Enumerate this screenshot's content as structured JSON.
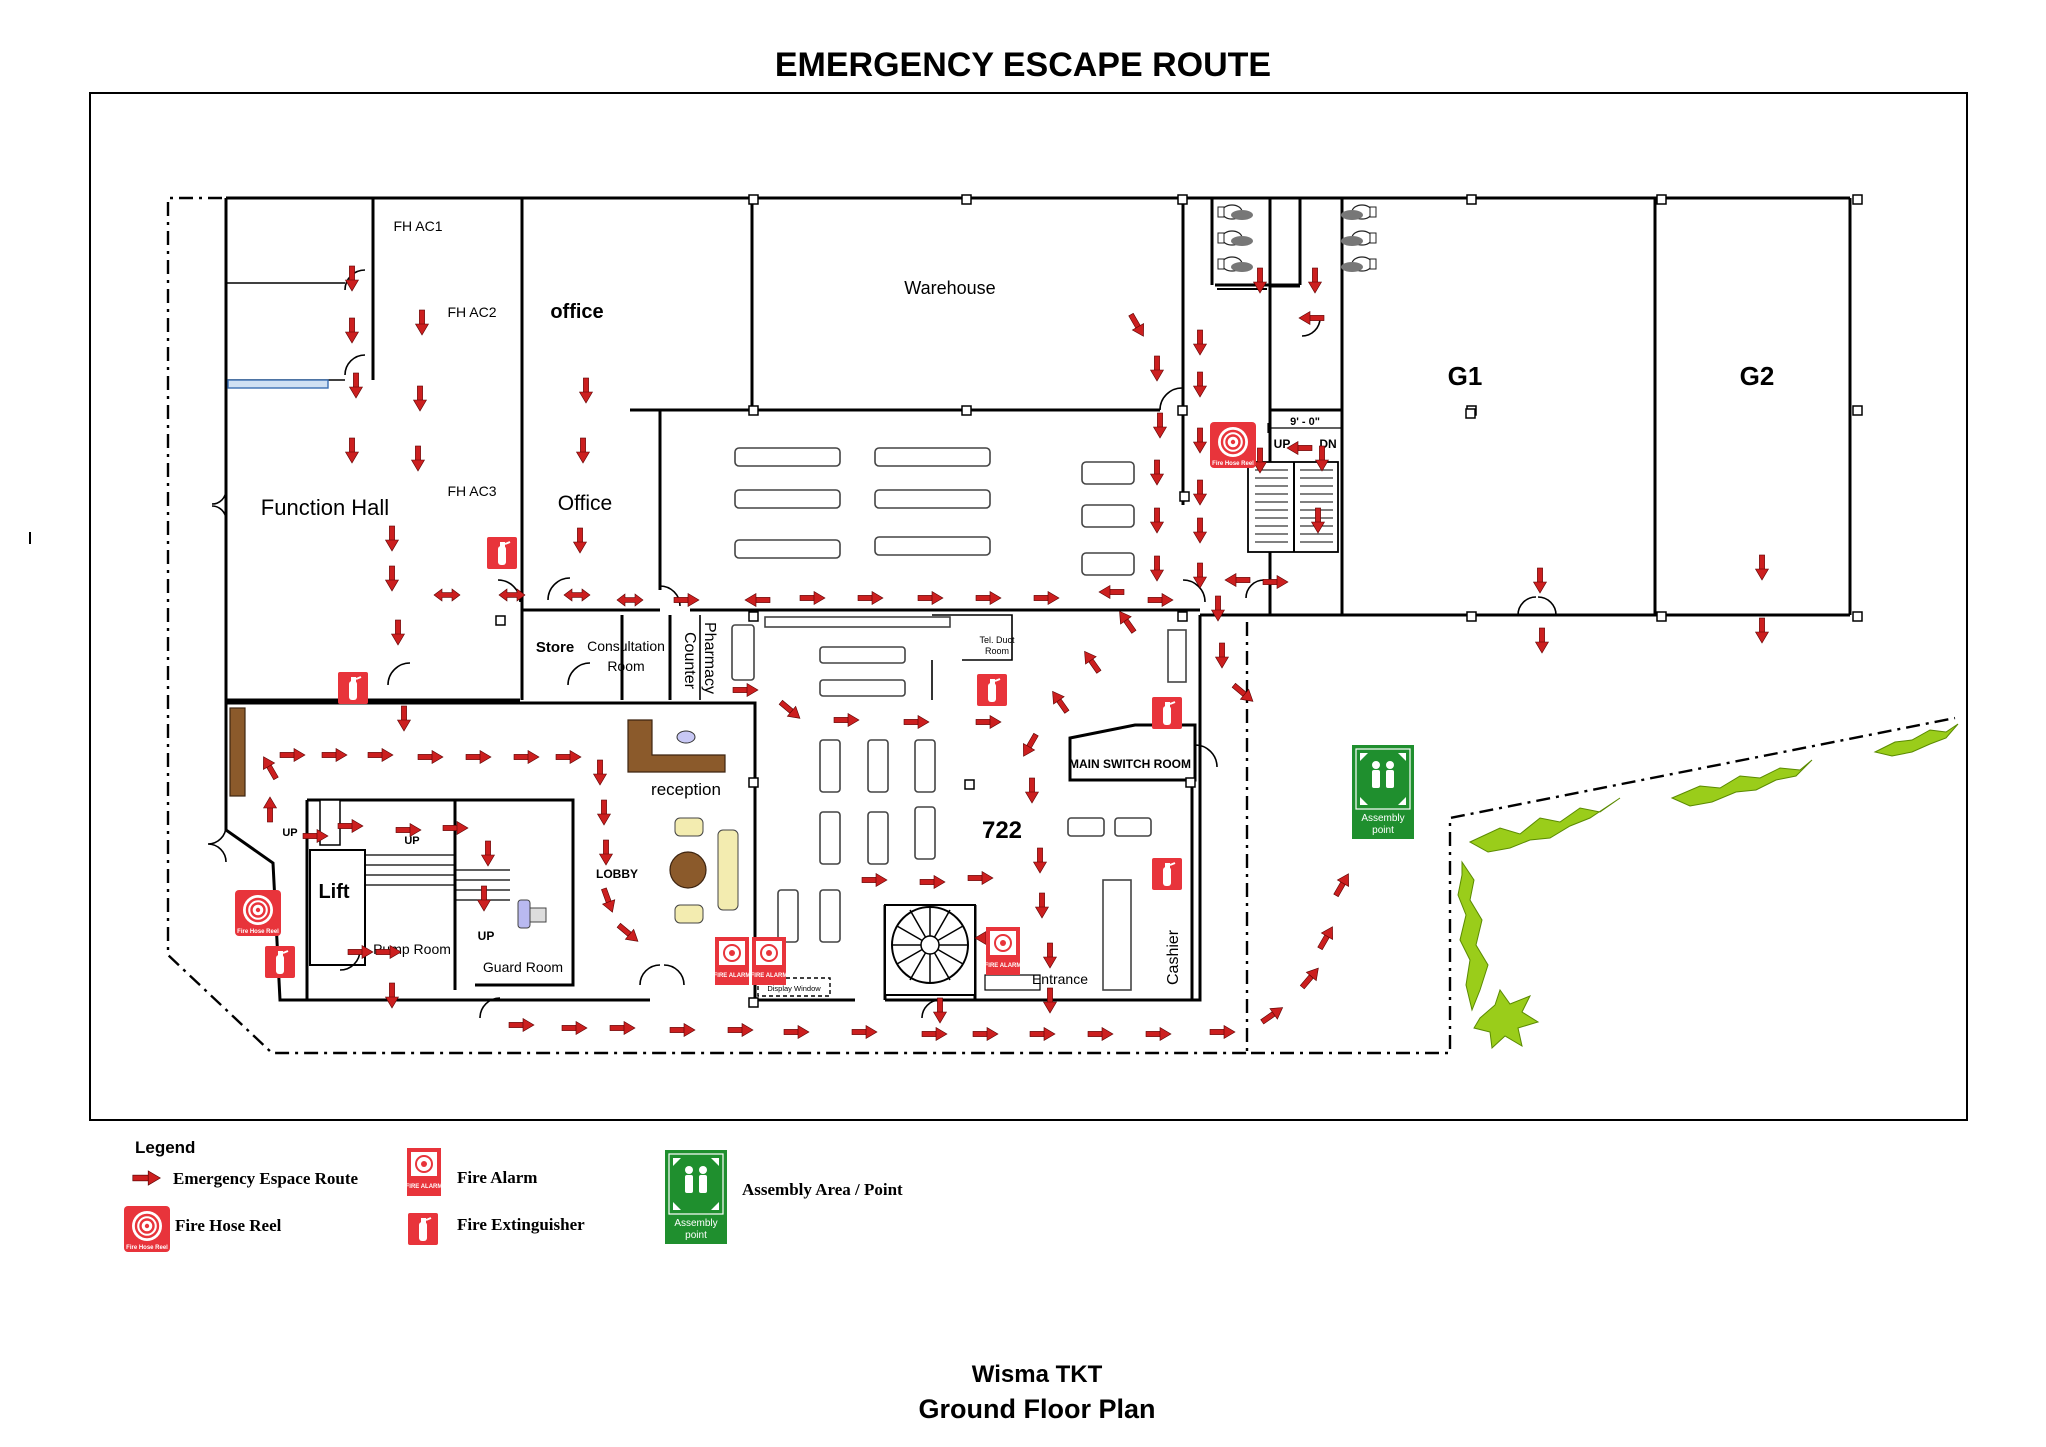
{
  "title": "EMERGENCY ESCAPE ROUTE",
  "building": {
    "name": "Wisma TKT",
    "floor": "Ground Floor Plan"
  },
  "rooms": {
    "function_hall": "Function Hall",
    "fhac1": "FH AC1",
    "fhac2": "FH AC2",
    "fhac3": "FH AC3",
    "office_upper": "office",
    "office": "Office",
    "warehouse": "Warehouse",
    "g1": "G1",
    "g2": "G2",
    "store": "Store",
    "consultation_1": "Consultation",
    "consultation_2": "Room",
    "pharmacy_1": "Pharmacy",
    "pharmacy_2": "Counter",
    "tel_duct_1": "Tel. Duct",
    "tel_duct_2": "Room",
    "main_switch": "MAIN SWITCH ROOM",
    "reception": "reception",
    "lobby": "LOBBY",
    "unit_722": "722",
    "lift": "Lift",
    "pump_room": "Pump Room",
    "guard_room": "Guard Room",
    "entrance": "Entrance",
    "cashier": "Cashier",
    "display_window": "Display Window",
    "stair_width": "9' - 0\"",
    "up": "UP",
    "dn": "DN"
  },
  "symbols": {
    "fire_hose_reel": "Fire Hose Reel",
    "fire_alarm": "FIRE ALARM",
    "assembly_1": "Assembly",
    "assembly_2": "point"
  },
  "legend": {
    "heading": "Legend",
    "route": "Emergency Espace Route",
    "fire_alarm": "Fire Alarm",
    "assembly": "Assembly Area / Point",
    "hose": "Fire Hose Reel",
    "extinguisher": "Fire Extinguisher"
  },
  "colors": {
    "arrow": "#cc1f1f",
    "symbol_red": "#e8343b",
    "assembly_green": "#1f8f2e",
    "grass": "#9acd1a",
    "furniture_brown": "#8b5a2b"
  },
  "icons": [
    "emergency-route-arrow",
    "fire-hose-reel-icon",
    "fire-alarm-icon",
    "fire-extinguisher-icon",
    "assembly-point-icon"
  ]
}
